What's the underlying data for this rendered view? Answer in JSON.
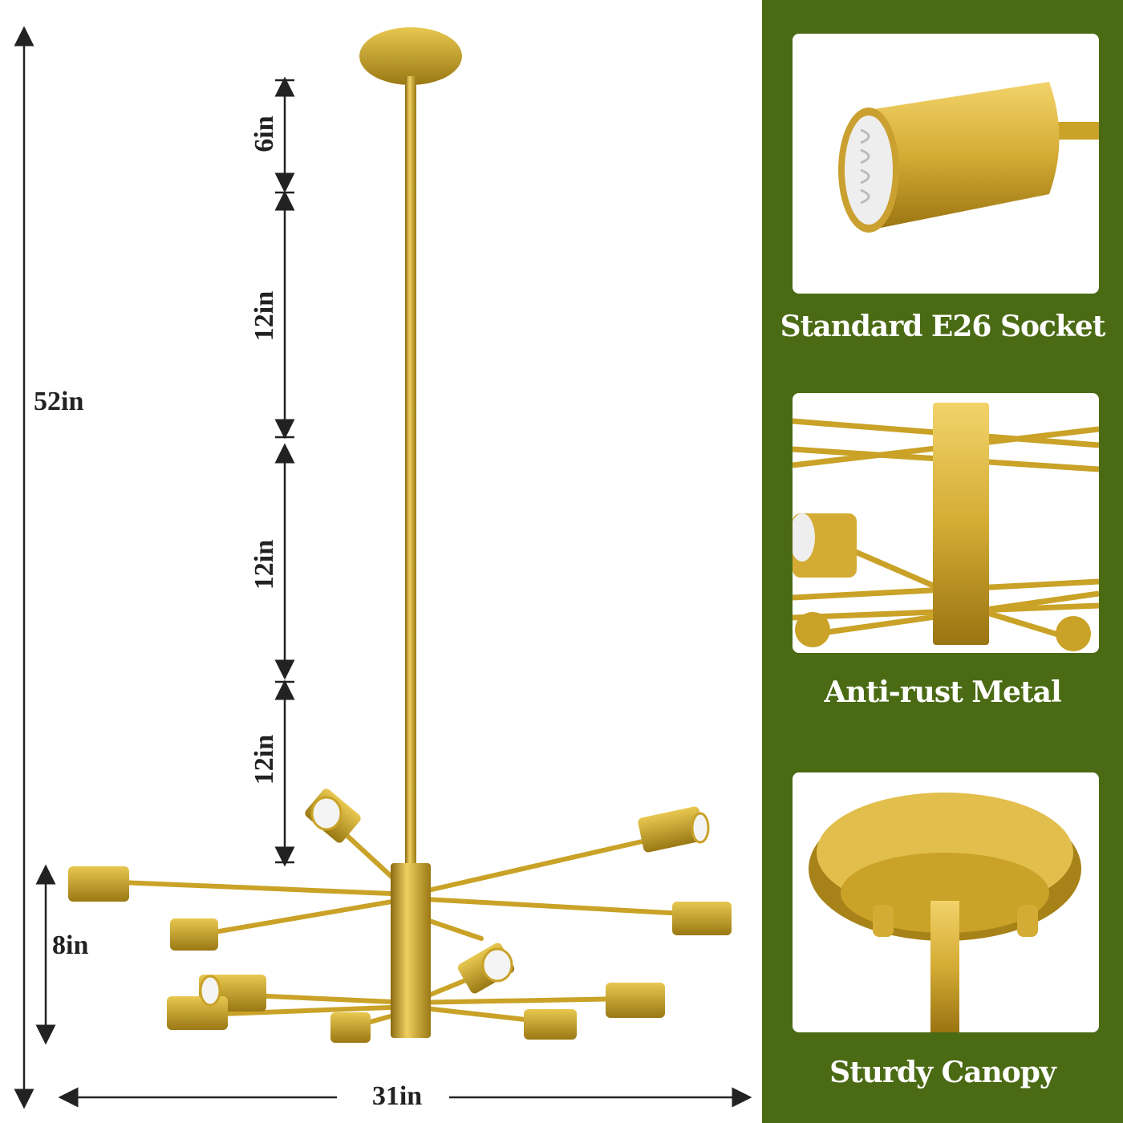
{
  "dimensions": {
    "total_height": "52in",
    "canopy_to_rod": "6in",
    "rod_segments": [
      "12in",
      "12in",
      "12in"
    ],
    "fixture_height": "8in",
    "width": "31in"
  },
  "features": [
    {
      "label": "Standard E26 Socket",
      "icon": "socket-image"
    },
    {
      "label": "Anti-rust Metal",
      "icon": "metal-arms-image"
    },
    {
      "label": "Sturdy Canopy",
      "icon": "canopy-image"
    }
  ],
  "colors": {
    "panel": "#4b6a14",
    "gold": "#c9a227",
    "arrow": "#222222"
  }
}
